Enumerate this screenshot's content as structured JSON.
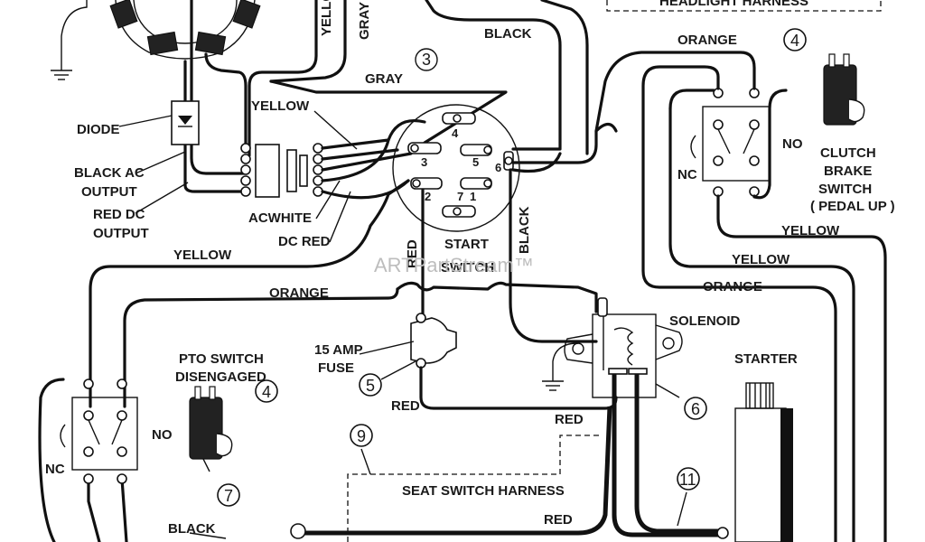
{
  "watermark": "ARTPartStream™",
  "header": {
    "harness_label": "HEADLIGHT HARNESS"
  },
  "alternator": {
    "diode": "DIODE",
    "black_ac_line1": "BLACK AC",
    "black_ac_line2": "OUTPUT",
    "red_dc_line1": "RED DC",
    "red_dc_line2": "OUTPUT",
    "ac_white": "ACWHITE",
    "dc_red": "DC RED"
  },
  "wires": {
    "yellow_top": "YELLOW",
    "gray_top": "GRAY",
    "black_top": "BLACK",
    "gray_mid": "GRAY",
    "yellow_mid": "YELLOW",
    "orange_top": "ORANGE",
    "yellow_left": "YELLOW",
    "orange_left": "ORANGE",
    "red_switch": "RED",
    "black_switch": "BLACK",
    "yellow_right1": "YELLOW",
    "yellow_right2": "YELLOW",
    "orange_right": "ORANGE",
    "red_fuse": "RED",
    "red_solenoid": "RED",
    "black_seat": "BLACK",
    "red_bottom": "RED"
  },
  "start_switch": {
    "number": "3",
    "label_line1": "START",
    "label_line2": "SWITCH",
    "terminals": [
      "4",
      "3",
      "5",
      "6",
      "2",
      "7",
      "1"
    ]
  },
  "clutch_switch": {
    "number": "4",
    "line1": "CLUTCH",
    "line2": "BRAKE",
    "line3": "SWITCH",
    "line4": "( PEDAL UP )",
    "nc": "NC",
    "no": "NO"
  },
  "pto_switch": {
    "number": "4",
    "line1": "PTO SWITCH",
    "line2": "DISENGAGED",
    "nc": "NC",
    "no": "NO"
  },
  "fuse": {
    "number": "5",
    "line1": "15 AMP",
    "line2": "FUSE"
  },
  "solenoid": {
    "number": "6",
    "label": "SOLENOID"
  },
  "starter": {
    "label": "STARTER"
  },
  "seat_harness": {
    "number": "9",
    "label": "SEAT SWITCH HARNESS"
  },
  "callout_7": "7",
  "callout_11": "11"
}
